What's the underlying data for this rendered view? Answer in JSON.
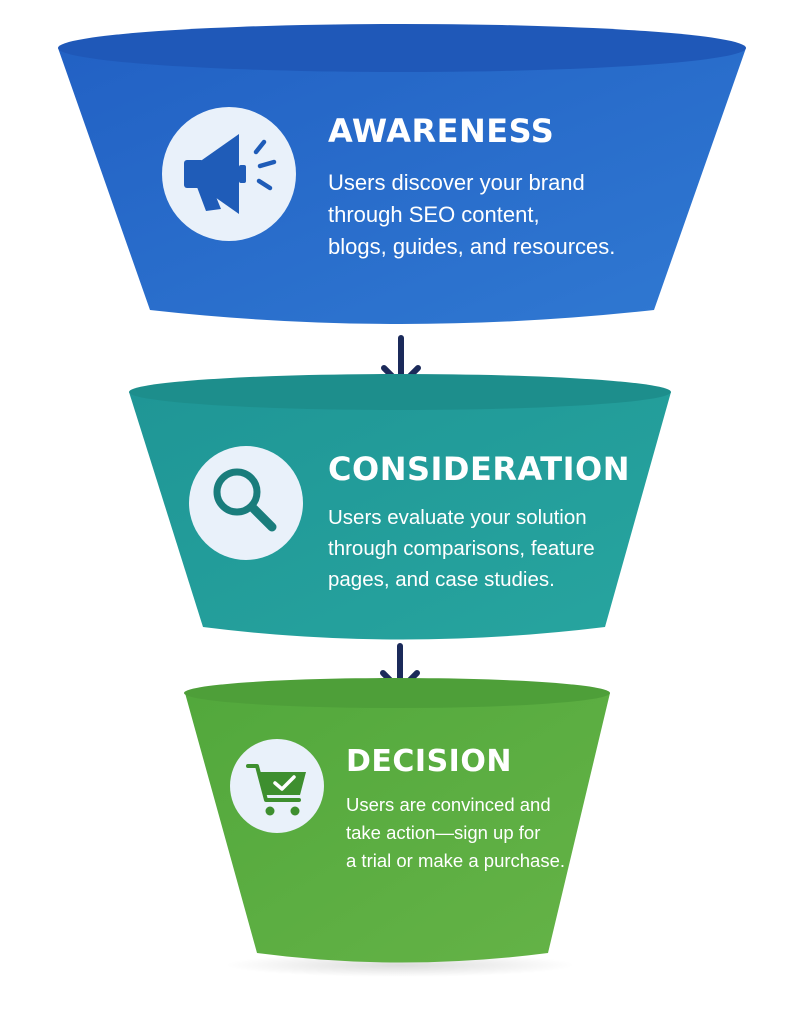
{
  "colors": {
    "awareness_fill": "#2a6fc9",
    "awareness_icon": "#1f5cb8",
    "consideration_fill": "#239c9a",
    "consideration_icon": "#1a7d7c",
    "decision_fill": "#5aad41",
    "decision_icon": "#3e8f2f",
    "arrow": "#1b2a5a",
    "icon_circle": "#e9f1fa"
  },
  "stages": [
    {
      "id": "awareness",
      "title": "AWARENESS",
      "description": "Users discover your brand\nthrough SEO content,\nblogs, guides, and resources.",
      "icon": "megaphone-icon"
    },
    {
      "id": "consideration",
      "title": "CONSIDERATION",
      "description": "Users evaluate your solution\nthrough comparisons, feature\npages, and case studies.",
      "icon": "magnifying-glass-icon"
    },
    {
      "id": "decision",
      "title": "DECISION",
      "description": "Users are convinced and\ntake action—sign up for\na trial or make a purchase.",
      "icon": "shopping-cart-check-icon"
    }
  ]
}
